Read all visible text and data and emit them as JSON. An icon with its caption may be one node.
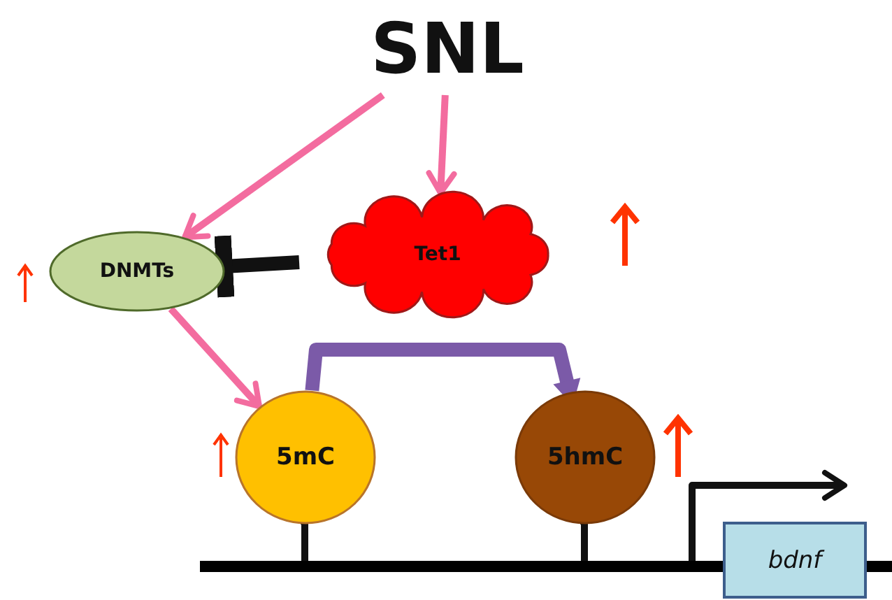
{
  "diagram": {
    "nodes": [
      {
        "text": [
          "SNL"
        ]
      },
      {
        "text": [
          "DNMTs"
        ]
      },
      {
        "text": [
          "Tet1"
        ]
      },
      {
        "text": [
          "5mC"
        ]
      },
      {
        "text": [
          "5hmC"
        ]
      },
      {
        "text": [
          "bdnf"
        ]
      },
      {
        "text": [],
        "shape": "bar"
      }
    ],
    "edges": [
      {
        "from": 0,
        "to": 1,
        "arrow": "to",
        "color": "#f36c9f"
      },
      {
        "from": 0,
        "to": 2,
        "arrow": "to",
        "color": "#f36c9f"
      },
      {
        "from": 2,
        "to": 1,
        "arrow": "other",
        "style": "thick"
      },
      {
        "from": 1,
        "to": 3,
        "arrow": "to",
        "color": "#f36c9f"
      },
      {
        "from": 3,
        "to": 4,
        "arrow": "to",
        "style": "thick",
        "color": "#7b5aa8"
      },
      {
        "from": 3,
        "to": 6,
        "arrow": "none"
      },
      {
        "from": 4,
        "to": 6,
        "arrow": "none"
      },
      {
        "from": 6,
        "to": 5,
        "arrow": "to"
      }
    ]
  }
}
